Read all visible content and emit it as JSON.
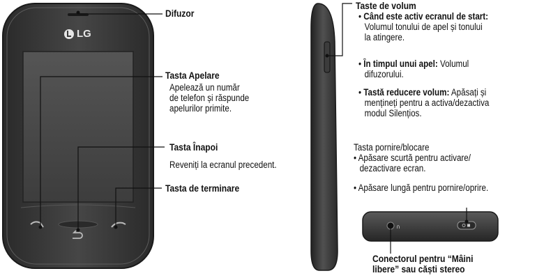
{
  "phone": {
    "logo": "LG"
  },
  "labels": {
    "difuzor": "Difuzor",
    "apelare_title": "Tasta Apelare",
    "apelare_desc_1": "Apelează un număr",
    "apelare_desc_2": "de telefon și răspunde",
    "apelare_desc_3": "apelurilor primite.",
    "inapoi_title": "Tasta Înapoi",
    "inapoi_desc": "Reveniți la ecranul precedent.",
    "terminare_title": "Tasta de terminare",
    "volum_title": "Taste de volum",
    "volum_b1_title": "Când este activ ecranul de start:",
    "volum_b1_text_1": "Volumul tonului de apel și tonului",
    "volum_b1_text_2": "la atingere.",
    "volum_b2_title": "În timpul unui apel:",
    "volum_b2_text_1": "Volumul",
    "volum_b2_text_2": "difuzorului.",
    "volum_b3_title": "Tastă reducere volum:",
    "volum_b3_text_1": "Apăsați și",
    "volum_b3_text_2": "mențineți pentru a activa/dezactiva",
    "volum_b3_text_3": "modul Silențios.",
    "pornire_title": "Tasta pornire/blocare",
    "pornire_b1_1": "Apăsare scurtă pentru activare/",
    "pornire_b1_2": "dezactivare ecran.",
    "pornire_b2": "Apăsare lungă pentru pornire/oprire.",
    "conector_1": "Conectorul pentru “Mâini",
    "conector_2": "libere” sau căști stereo"
  },
  "colors": {
    "phone_body": "#3a3a3a",
    "screen": "#4a4a4a",
    "leader_line": "#111111"
  }
}
